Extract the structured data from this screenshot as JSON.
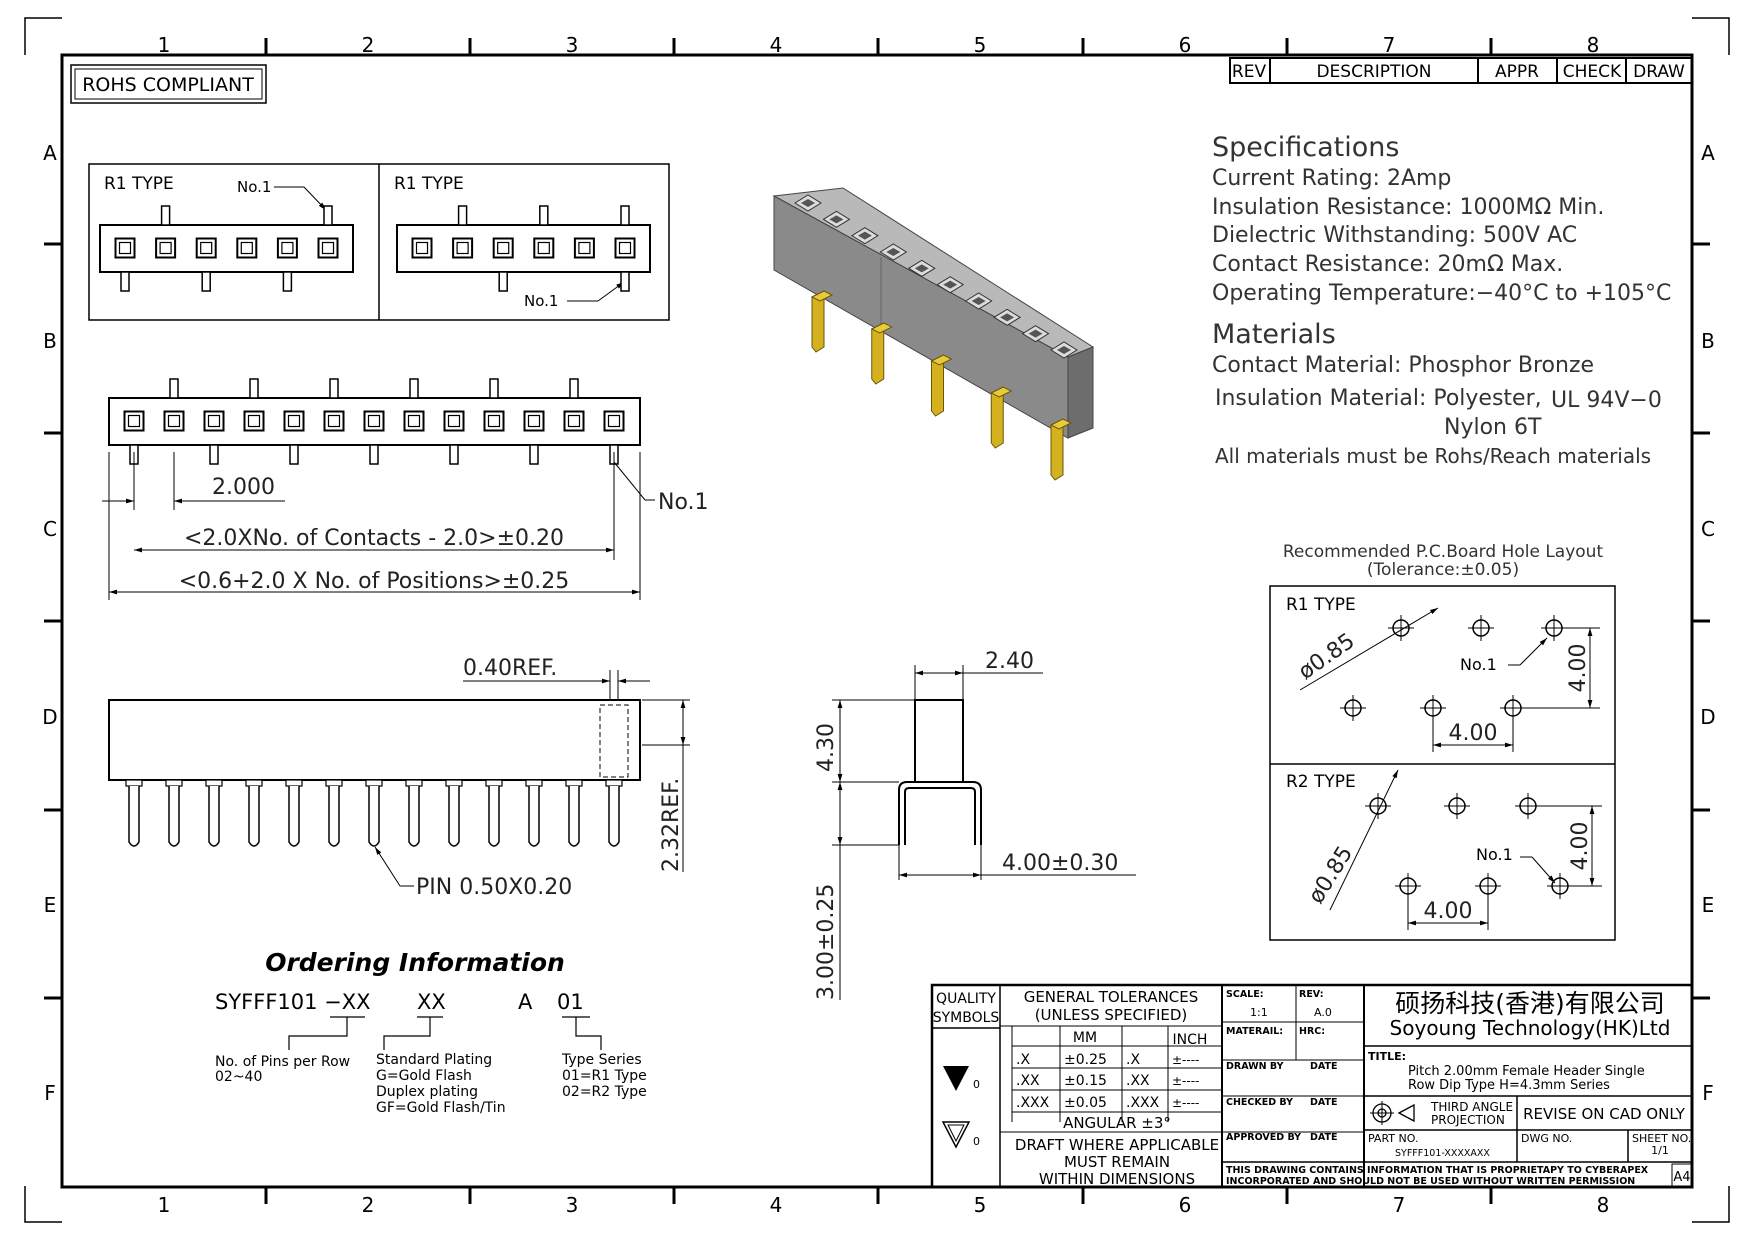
{
  "border": {
    "col_labels": [
      "1",
      "2",
      "3",
      "4",
      "5",
      "6",
      "7",
      "8"
    ],
    "row_labels": [
      "A",
      "B",
      "C",
      "D",
      "E",
      "F"
    ]
  },
  "rohs": "ROHS COMPLIANT",
  "rev_table": {
    "rev": "REV",
    "description": "DESCRIPTION",
    "appr": "APPR",
    "check": "CHECK",
    "draw": "DRAW"
  },
  "top_views": {
    "r1_left_label": "R1 TYPE",
    "r1_right_label": "R1 TYPE",
    "no1": "No.1"
  },
  "long_view": {
    "pitch": "2.000",
    "no1": "No.1",
    "dim1": "<2.0XNo. of Contacts - 2.0>±0.20",
    "dim2": "<0.6+2.0 X No. of Positions>±0.25"
  },
  "side_view": {
    "ref040": "0.40REF.",
    "ref232": "2.32REF.",
    "pin": "PIN 0.50X0.20"
  },
  "end_view": {
    "w240": "2.40",
    "h430": "4.30",
    "h300": "3.00±0.25",
    "w400": "4.00±0.30"
  },
  "specifications": {
    "title": "Specifications",
    "lines": [
      "Current Rating:   2Amp",
      "Insulation Resistance:   1000MΩ Min.",
      "Dielectric Withstanding:   500V AC",
      "Contact Resistance:   20mΩ Max.",
      "Operating Temperature:−40°C to +105°C"
    ]
  },
  "materials": {
    "title": "Materials",
    "contact": "Contact Material: Phosphor Bronze",
    "insulation": "Insulation Material: Polyester,",
    "ul": "UL 94V−0",
    "nylon": "Nylon 6T",
    "note": "All materials must be Rohs/Reach materials"
  },
  "pcb": {
    "title": "Recommended P.C.Board Hole Layout",
    "tolerance": "(Tolerance:±0.05)",
    "r1_label": "R1 TYPE",
    "r2_label": "R2 TYPE",
    "dia": "ø0.85",
    "no1": "No.1",
    "pitch": "4.00"
  },
  "ordering": {
    "title": "Ordering Information",
    "code_main": "SYFFF101 −XX",
    "code_xx": "XX",
    "code_a": "A",
    "code_01": "01",
    "pins_title": "No. of Pins per Row",
    "pins_range": "02~40",
    "plating_title": "Standard Plating",
    "plating_1": "G=Gold Flash",
    "plating_2": "Duplex plating",
    "plating_3": "GF=Gold Flash/Tin",
    "type_title": "Type Series",
    "type_1": "01=R1 Type",
    "type_2": "02=R2 Type"
  },
  "title_block": {
    "quality": "QUALITY",
    "symbols": "SYMBOLS",
    "v0a": "0",
    "v0b": "0",
    "gen_tol": "GENERAL TOLERANCES",
    "unless": "(UNLESS SPECIFIED)",
    "mm": "MM",
    "inch": "INCH",
    "tol_rows": [
      {
        "mm_k": ".X",
        "mm_v": "±0.25",
        "in_k": ".X",
        "in_v": "±----"
      },
      {
        "mm_k": ".XX",
        "mm_v": "±0.15",
        "in_k": ".XX",
        "in_v": "±----"
      },
      {
        "mm_k": ".XXX",
        "mm_v": "±0.05",
        "in_k": ".XXX",
        "in_v": "±----"
      }
    ],
    "angular": "ANGULAR ±3°",
    "draft_1": "DRAFT WHERE APPLICABLE",
    "draft_2": "MUST REMAIN",
    "draft_3": "WITHIN DIMENSIONS",
    "scale_label": "SCALE:",
    "scale_value": "1:1",
    "rev_label": "REV:",
    "rev_value": "A.0",
    "material_label": "MATERAIL:",
    "hrc_label": "HRC:",
    "drawn_by": "DRAWN BY",
    "checked_by": "CHECKED BY",
    "approved_by": "APPROVED BY",
    "date": "DATE",
    "company_cn": "硕扬科技(香港)有限公司",
    "company_en": "Soyoung Technology(HK)Ltd",
    "title_label": "TITLE:",
    "title_1": "Pitch 2.00mm Female Header Single",
    "title_2": "Row Dip Type H=4.3mm Series",
    "projection_1": "THIRD ANGLE",
    "projection_2": "PROJECTION",
    "revise": "REVISE ON CAD ONLY",
    "part_no_label": "PART NO.",
    "part_no": "SYFFF101-XXXXAXX",
    "dwg_no": "DWG NO.",
    "sheet_no": "SHEET NO.",
    "sheet": "1/1",
    "note_1": "THIS DRAWING CONTAINS INFORMATION THAT IS PROPRIETAPY TO CYBERAPEX",
    "note_2": "INCORPORATED AND SHOULD NOT BE USED WITHOUT WRITTEN PERMISSION",
    "size": "A4"
  }
}
